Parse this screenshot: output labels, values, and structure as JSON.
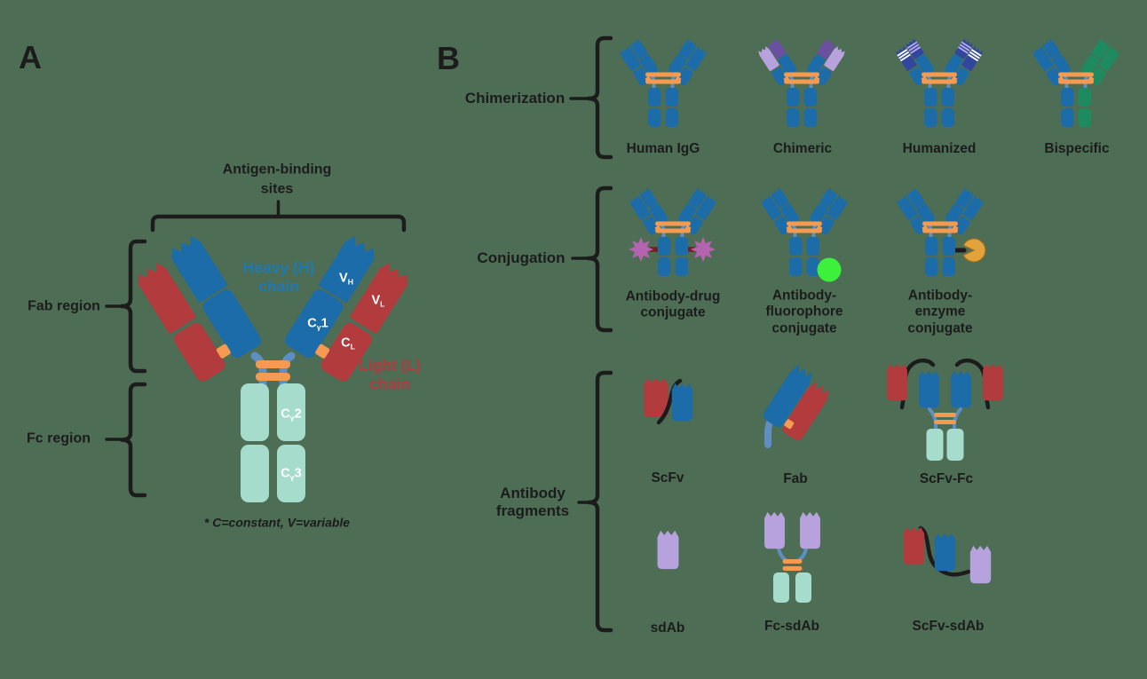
{
  "palette": {
    "bg": "#4d6e55",
    "ink": "#1c1c1c",
    "blue": "#1b6ca8",
    "steel": "#5d8fc2",
    "red": "#b23b3e",
    "mint": "#a5dccb",
    "orange": "#f49a51",
    "blue_text": "#1f79b3",
    "red_text": "#b33b40",
    "navy": "#31479e",
    "stripe_lavender": "#b7a8e6",
    "stripe_white": "#ffffff",
    "purple_dark": "#6b4fa0",
    "lavender": "#b7a2de",
    "green": "#1d8a60",
    "orchid": "#b464ae",
    "linker_dark_red": "#7a1d1d",
    "fluorophore_green": "#3cf03c",
    "enzyme_gold": "#e2a33d"
  },
  "panel_a": {
    "label": "A",
    "antigen_binding_label": "Antigen-binding sites",
    "fab_region_label": "Fab region",
    "fc_region_label": "Fc region",
    "heavy_chain_label": "Heavy (H) chain",
    "light_chain_label": "Light (L) chain",
    "domains": {
      "vh": {
        "pre": "V",
        "sub": "H",
        "post": ""
      },
      "cg1": {
        "pre": "C",
        "sub": "γ",
        "post": "1"
      },
      "vl": {
        "pre": "V",
        "sub": "L",
        "post": ""
      },
      "cl": {
        "pre": "C",
        "sub": "L",
        "post": ""
      },
      "cg2": {
        "pre": "C",
        "sub": "γ",
        "post": "2"
      },
      "cg3": {
        "pre": "C",
        "sub": "γ",
        "post": "3"
      }
    },
    "footnote": "* C=constant, V=variable"
  },
  "panel_b": {
    "label": "B",
    "groups": [
      {
        "name": "Chimerization",
        "items": [
          {
            "label": "Human IgG"
          },
          {
            "label": "Chimeric"
          },
          {
            "label": "Humanized"
          },
          {
            "label": "Bispecific"
          }
        ]
      },
      {
        "name": "Conjugation",
        "items": [
          {
            "label": "Antibody-drug conjugate"
          },
          {
            "label": "Antibody-fluorophore conjugate"
          },
          {
            "label": "Antibody-enzyme conjugate"
          }
        ]
      },
      {
        "name": "Antibody fragments",
        "items": [
          {
            "label": "ScFv"
          },
          {
            "label": "Fab"
          },
          {
            "label": "ScFv-Fc"
          },
          {
            "label": "sdAb"
          },
          {
            "label": "Fc-sdAb"
          },
          {
            "label": "ScFv-sdAb"
          }
        ]
      }
    ]
  }
}
